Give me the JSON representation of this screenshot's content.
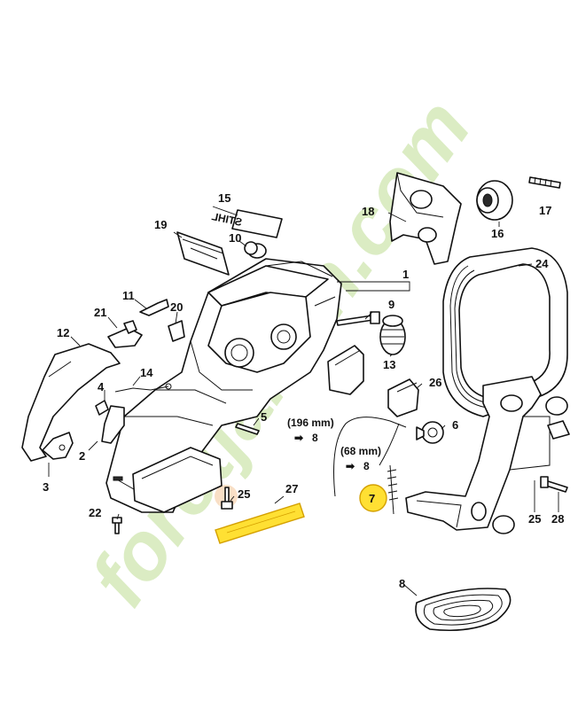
{
  "diagram": {
    "parts": [
      {
        "id": "p1",
        "label": "1"
      },
      {
        "id": "p2",
        "label": "2"
      },
      {
        "id": "p3",
        "label": "3"
      },
      {
        "id": "p4",
        "label": "4"
      },
      {
        "id": "p5",
        "label": "5"
      },
      {
        "id": "p6",
        "label": "6"
      },
      {
        "id": "p7",
        "label": "7"
      },
      {
        "id": "p8a",
        "label": "8"
      },
      {
        "id": "p8b",
        "label": "8"
      },
      {
        "id": "p8c",
        "label": "8"
      },
      {
        "id": "p9",
        "label": "9"
      },
      {
        "id": "p10",
        "label": "10"
      },
      {
        "id": "p11",
        "label": "11"
      },
      {
        "id": "p12",
        "label": "12"
      },
      {
        "id": "p13",
        "label": "13"
      },
      {
        "id": "p14",
        "label": "14"
      },
      {
        "id": "p15",
        "label": "15"
      },
      {
        "id": "p16",
        "label": "16"
      },
      {
        "id": "p17",
        "label": "17"
      },
      {
        "id": "p18",
        "label": "18"
      },
      {
        "id": "p19",
        "label": "19"
      },
      {
        "id": "p20",
        "label": "20"
      },
      {
        "id": "p21",
        "label": "21"
      },
      {
        "id": "p22",
        "label": "22"
      },
      {
        "id": "p24",
        "label": "24"
      },
      {
        "id": "p25a",
        "label": "25"
      },
      {
        "id": "p25b",
        "label": "25"
      },
      {
        "id": "p26",
        "label": "26"
      },
      {
        "id": "p27",
        "label": "27"
      },
      {
        "id": "p28",
        "label": "28"
      }
    ],
    "notes": {
      "hose_long": "(196 mm)",
      "hose_short": "(68 mm)",
      "arrow": "➡",
      "arrow_target": "8"
    },
    "decal_text": "STIHL",
    "watermark": {
      "prefix": "foret",
      "suffix": "jardin.com"
    },
    "colors": {
      "line": "#111111",
      "highlight_fill": "#ffe033",
      "highlight_stroke": "#d4a000",
      "watermark_green": "#cfe6b0",
      "watermark_orange": "#f5c9a0"
    }
  }
}
